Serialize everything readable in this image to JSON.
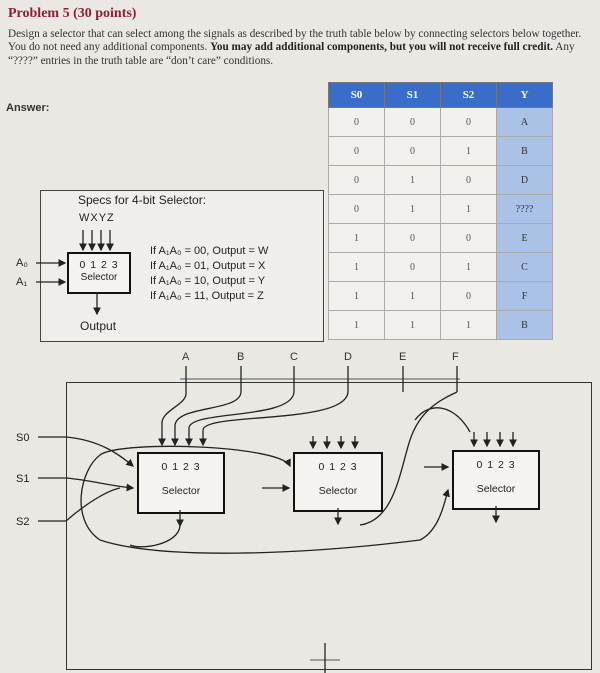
{
  "problem": {
    "title": "Problem 5 (30 points)",
    "line1": "Design a selector that can select among the signals as described by the truth table below by connecting selectors",
    "line2_a": "below together. You do not need any additional components.",
    "line2_b": "You may add additional components, but you",
    "line3_a": "will not receive full credit.",
    "line3_b": "Any “????” entries in the truth table are “don’t care” conditions.",
    "answer_label": "Answer:"
  },
  "truth_table": {
    "headers": [
      "S0",
      "S1",
      "S2",
      "Y"
    ],
    "rows": [
      [
        "0",
        "0",
        "0",
        "A"
      ],
      [
        "0",
        "0",
        "1",
        "B"
      ],
      [
        "0",
        "1",
        "0",
        "D"
      ],
      [
        "0",
        "1",
        "1",
        "????"
      ],
      [
        "1",
        "0",
        "0",
        "E"
      ],
      [
        "1",
        "0",
        "1",
        "C"
      ],
      [
        "1",
        "1",
        "0",
        "F"
      ],
      [
        "1",
        "1",
        "1",
        "B"
      ]
    ]
  },
  "specs": {
    "title": "Specs for 4-bit Selector:",
    "inputs_label": "WXYZ",
    "a0": "A₀",
    "a1": "A₁",
    "box_nums": "0 1 2 3",
    "box_name": "Selector",
    "output": "Output",
    "rules": [
      "If A₁A₀ = 00, Output = W",
      "If A₁A₀ = 01, Output = X",
      "If A₁A₀ = 10, Output = Y",
      "If A₁A₀ = 11, Output = Z"
    ]
  },
  "circuit": {
    "column_labels": [
      "A",
      "B",
      "C",
      "D",
      "E",
      "F"
    ],
    "select_labels": [
      "S0",
      "S1",
      "S2"
    ],
    "selectors": [
      {
        "nums": "0 1 2 3",
        "name": "Selector"
      },
      {
        "nums": "0 1 2 3",
        "name": "Selector"
      },
      {
        "nums": "0 1 2 3",
        "name": "Selector"
      }
    ]
  }
}
